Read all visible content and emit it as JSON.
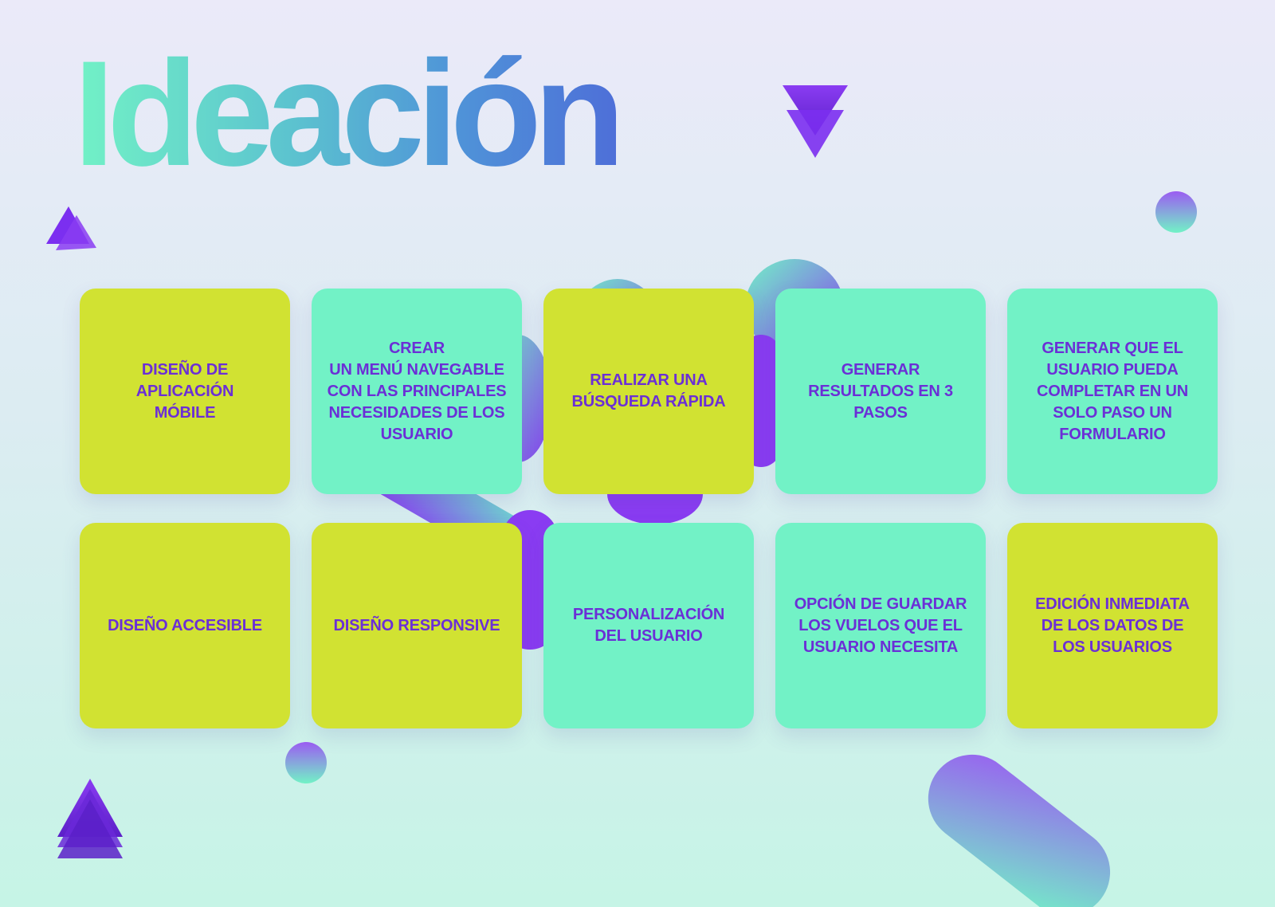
{
  "title": "Ideación",
  "colors": {
    "lime": "#d1e232",
    "mint": "#72f2c6",
    "purple_text": "#6b2fd6",
    "decoration_purple": "#7b2ff0"
  },
  "cards": [
    {
      "text": "DISEÑO DE\nAPLICACIÓN\nMÓBILE",
      "color": "lime"
    },
    {
      "text": "CREAR\nUN MENÚ NAVEGABLE\nCON LAS PRINCIPALES\nNECESIDADES DE LOS\nUSUARIO",
      "color": "mint"
    },
    {
      "text": "REALIZAR UNA\nBÚSQUEDA RÁPIDA",
      "color": "lime"
    },
    {
      "text": "GENERAR\nRESULTADOS EN 3\nPASOS",
      "color": "mint"
    },
    {
      "text": "GENERAR QUE EL\nUSUARIO PUEDA\nCOMPLETAR EN UN\nSOLO PASO UN\nFORMULARIO",
      "color": "mint"
    },
    {
      "text": "DISEÑO ACCESIBLE",
      "color": "lime"
    },
    {
      "text": "DISEÑO RESPONSIVE",
      "color": "lime"
    },
    {
      "text": "PERSONALIZACIÓN\nDEL USUARIO",
      "color": "mint"
    },
    {
      "text": "OPCIÓN DE GUARDAR\nLOS VUELOS QUE EL\nUSUARIO NECESITA",
      "color": "mint"
    },
    {
      "text": "EDICIÓN INMEDIATA\nDE LOS DATOS DE\nLOS USUARIOS",
      "color": "lime"
    }
  ]
}
